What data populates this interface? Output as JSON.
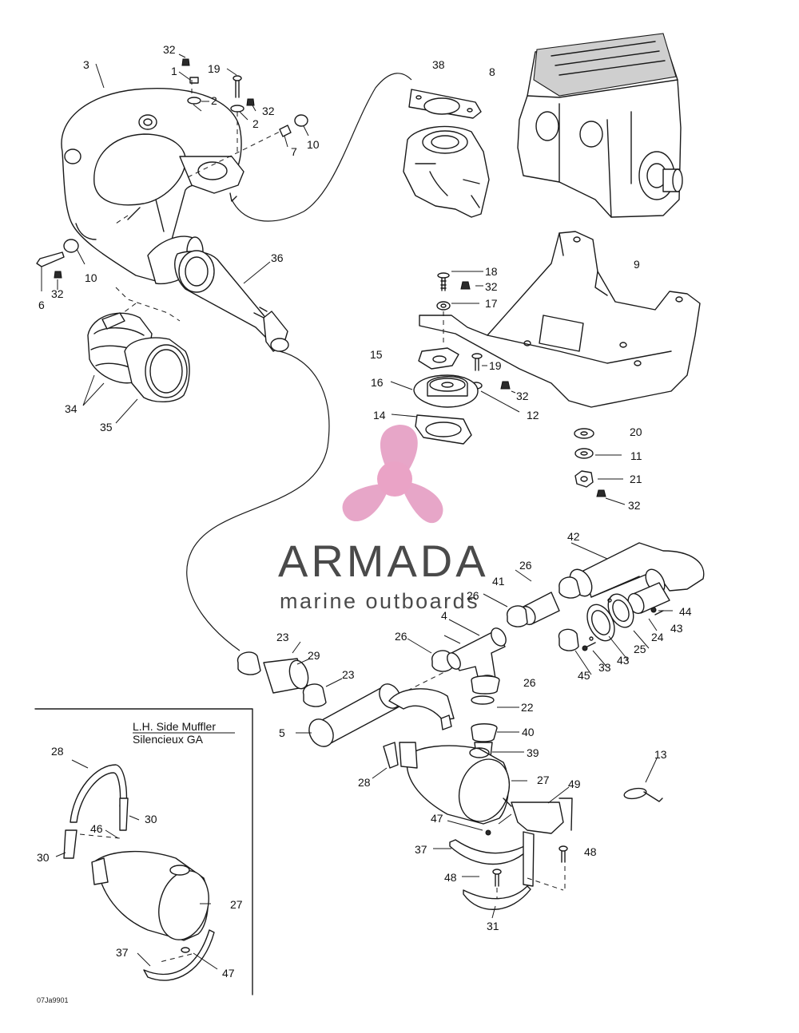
{
  "watermark": {
    "brand_name": "ARMADA",
    "brand_tagline": "marine outboards",
    "logo_color": "#e7a6c8",
    "logo_hub_color": "#eaa3c6",
    "text_color": "#4a4a4a"
  },
  "inset": {
    "title_line1": "L.H. Side Muffler",
    "title_line2": "Silencieux GA"
  },
  "figure_code": "07Ja9901",
  "callouts": {
    "c32a": "32",
    "c1": "1",
    "c2a": "2",
    "c19a": "19",
    "c3": "3",
    "c32b": "32",
    "c2b": "2",
    "c7": "7",
    "c10a": "10",
    "c38": "38",
    "c8": "8",
    "c10b": "10",
    "c6": "6",
    "c32c": "32",
    "c36": "36",
    "c9": "9",
    "c18": "18",
    "c32d": "32",
    "c17": "17",
    "c15": "15",
    "c19b": "19",
    "c16": "16",
    "c32e": "32",
    "c12": "12",
    "c14": "14",
    "c34": "34",
    "c35": "35",
    "c20": "20",
    "c11": "11",
    "c21": "21",
    "c32f": "32",
    "c42": "42",
    "c26a": "26",
    "c41": "41",
    "c26b": "26",
    "c44": "44",
    "c4": "4",
    "c43a": "43",
    "c24": "24",
    "c25": "25",
    "c43b": "43",
    "c26c": "26",
    "c33": "33",
    "c45": "45",
    "c23a": "23",
    "c29": "29",
    "c23b": "23",
    "c26d": "26",
    "c22": "22",
    "c5": "5",
    "c40": "40",
    "c39": "39",
    "c13": "13",
    "c28a": "28",
    "c27a": "27",
    "c49": "49",
    "c47a": "47",
    "c37a": "37",
    "c48a": "48",
    "c48b": "48",
    "c31": "31",
    "c28b": "28",
    "c30a": "30",
    "c46": "46",
    "c30b": "30",
    "c27b": "27",
    "c37b": "37",
    "c47b": "47"
  }
}
